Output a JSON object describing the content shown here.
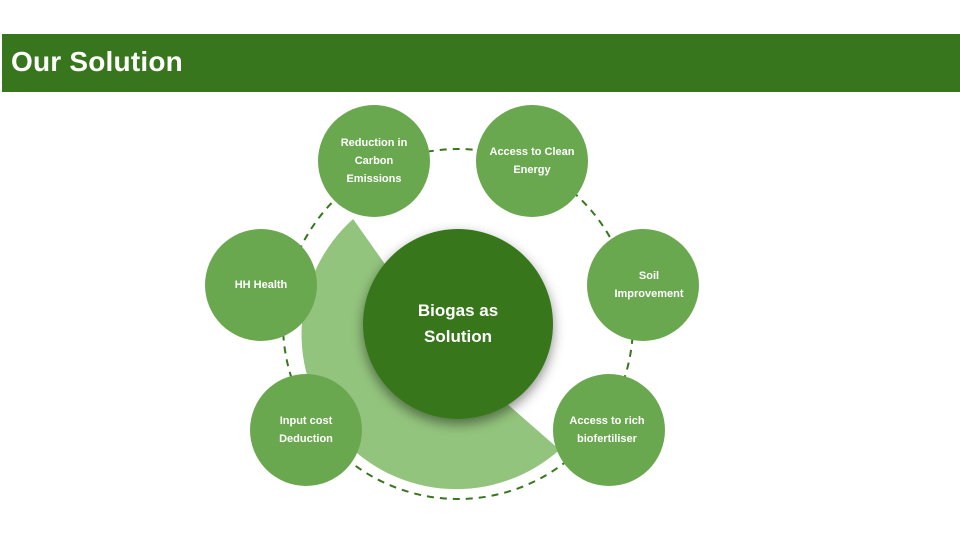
{
  "slide": {
    "title": "Our Solution"
  },
  "colors": {
    "title_bar": "#38761d",
    "center_circle": "#38761d",
    "outer_circle": "#6aa84f",
    "arc_band": "#93c47d",
    "connector": "#38761d",
    "text": "#ffffff"
  },
  "diagram": {
    "center": {
      "label": "Biogas as\nSolution"
    },
    "nodes": [
      {
        "label": "Reduction in\nCarbon\nEmissions"
      },
      {
        "label": "Access to Clean\nEnergy"
      },
      {
        "label": "Soil\nImprovement"
      },
      {
        "label": "Access to rich\nbiofertiliser"
      },
      {
        "label": "Input cost\nDeduction"
      },
      {
        "label": "HH Health"
      }
    ]
  }
}
